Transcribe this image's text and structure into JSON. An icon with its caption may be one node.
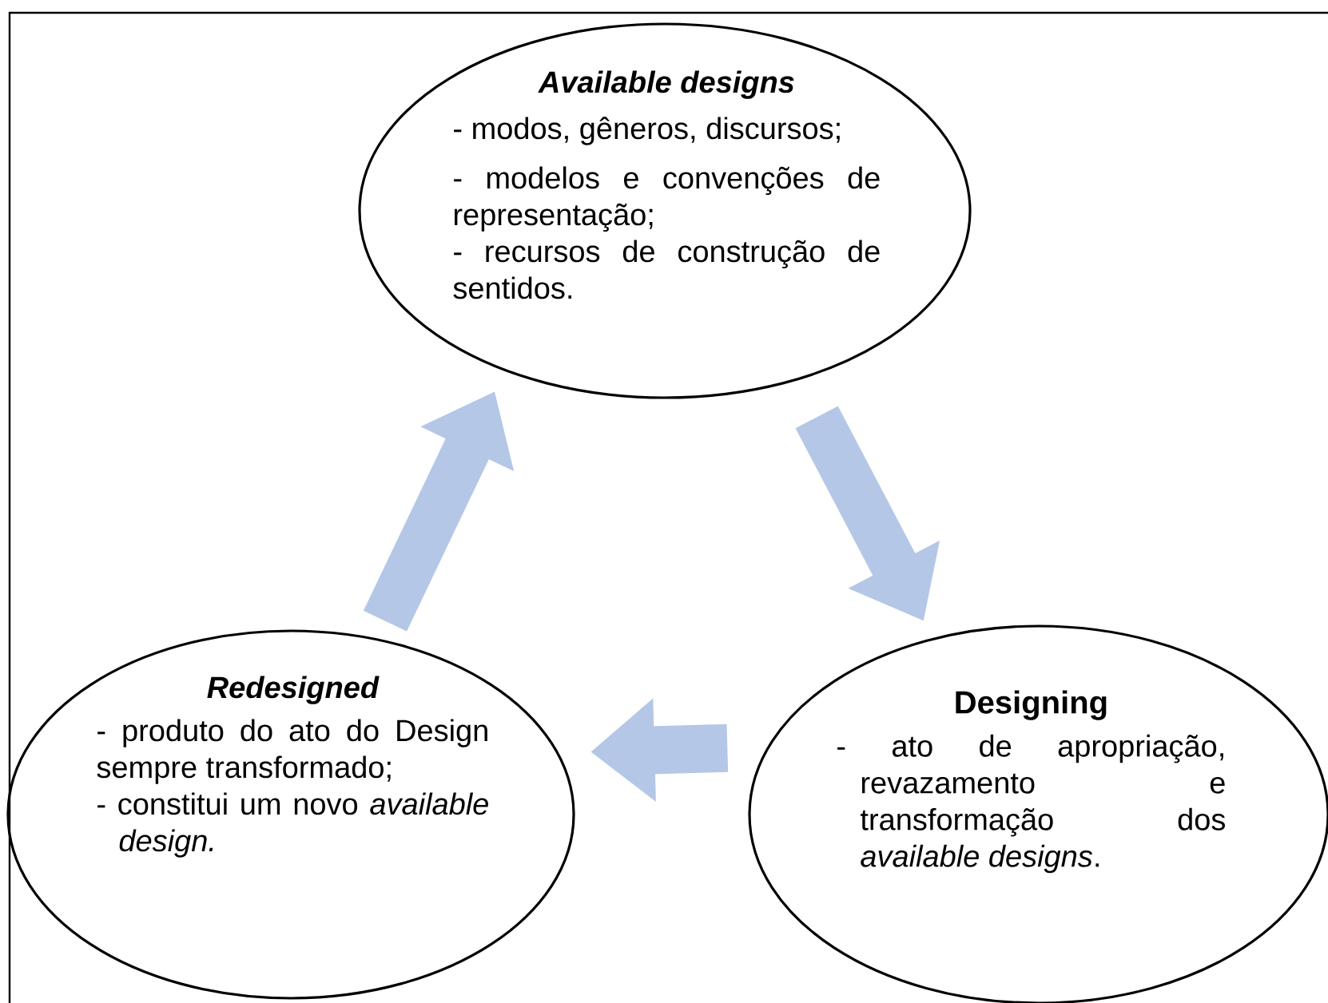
{
  "diagram": {
    "nodes": [
      {
        "text": [
          "Available designs",
          "- modos, gêneros, discursos;",
          "- modelos e convenções de representação;",
          "- recursos de construção de sentidos."
        ]
      },
      {
        "text": [
          "Designing",
          "- ato de apropriação, revazamento e transformação dos *available designs*."
        ]
      },
      {
        "text": [
          "Redesigned",
          "- produto do ato do Design sempre transformado;",
          "- constitui um novo *available design.*"
        ]
      }
    ],
    "edges": [
      {
        "from": 0,
        "to": 1,
        "arrow": "to"
      },
      {
        "from": 1,
        "to": 2,
        "arrow": "to"
      },
      {
        "from": 2,
        "to": 0,
        "arrow": "to"
      }
    ]
  }
}
